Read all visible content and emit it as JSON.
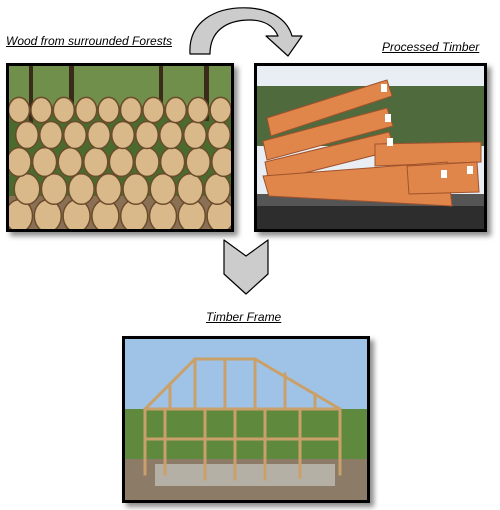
{
  "labels": {
    "wood": "Wood from surrounded Forests",
    "timber": "Processed Timber",
    "frame": "Timber Frame"
  },
  "colors": {
    "arrow_fill": "#cccccc",
    "arrow_stroke": "#000000",
    "frame_border": "#000000"
  },
  "images": {
    "logs": "stacked-logs-photo",
    "timber": "processed-timber-beams-on-truck-photo",
    "frame": "timber-frame-house-photo"
  }
}
